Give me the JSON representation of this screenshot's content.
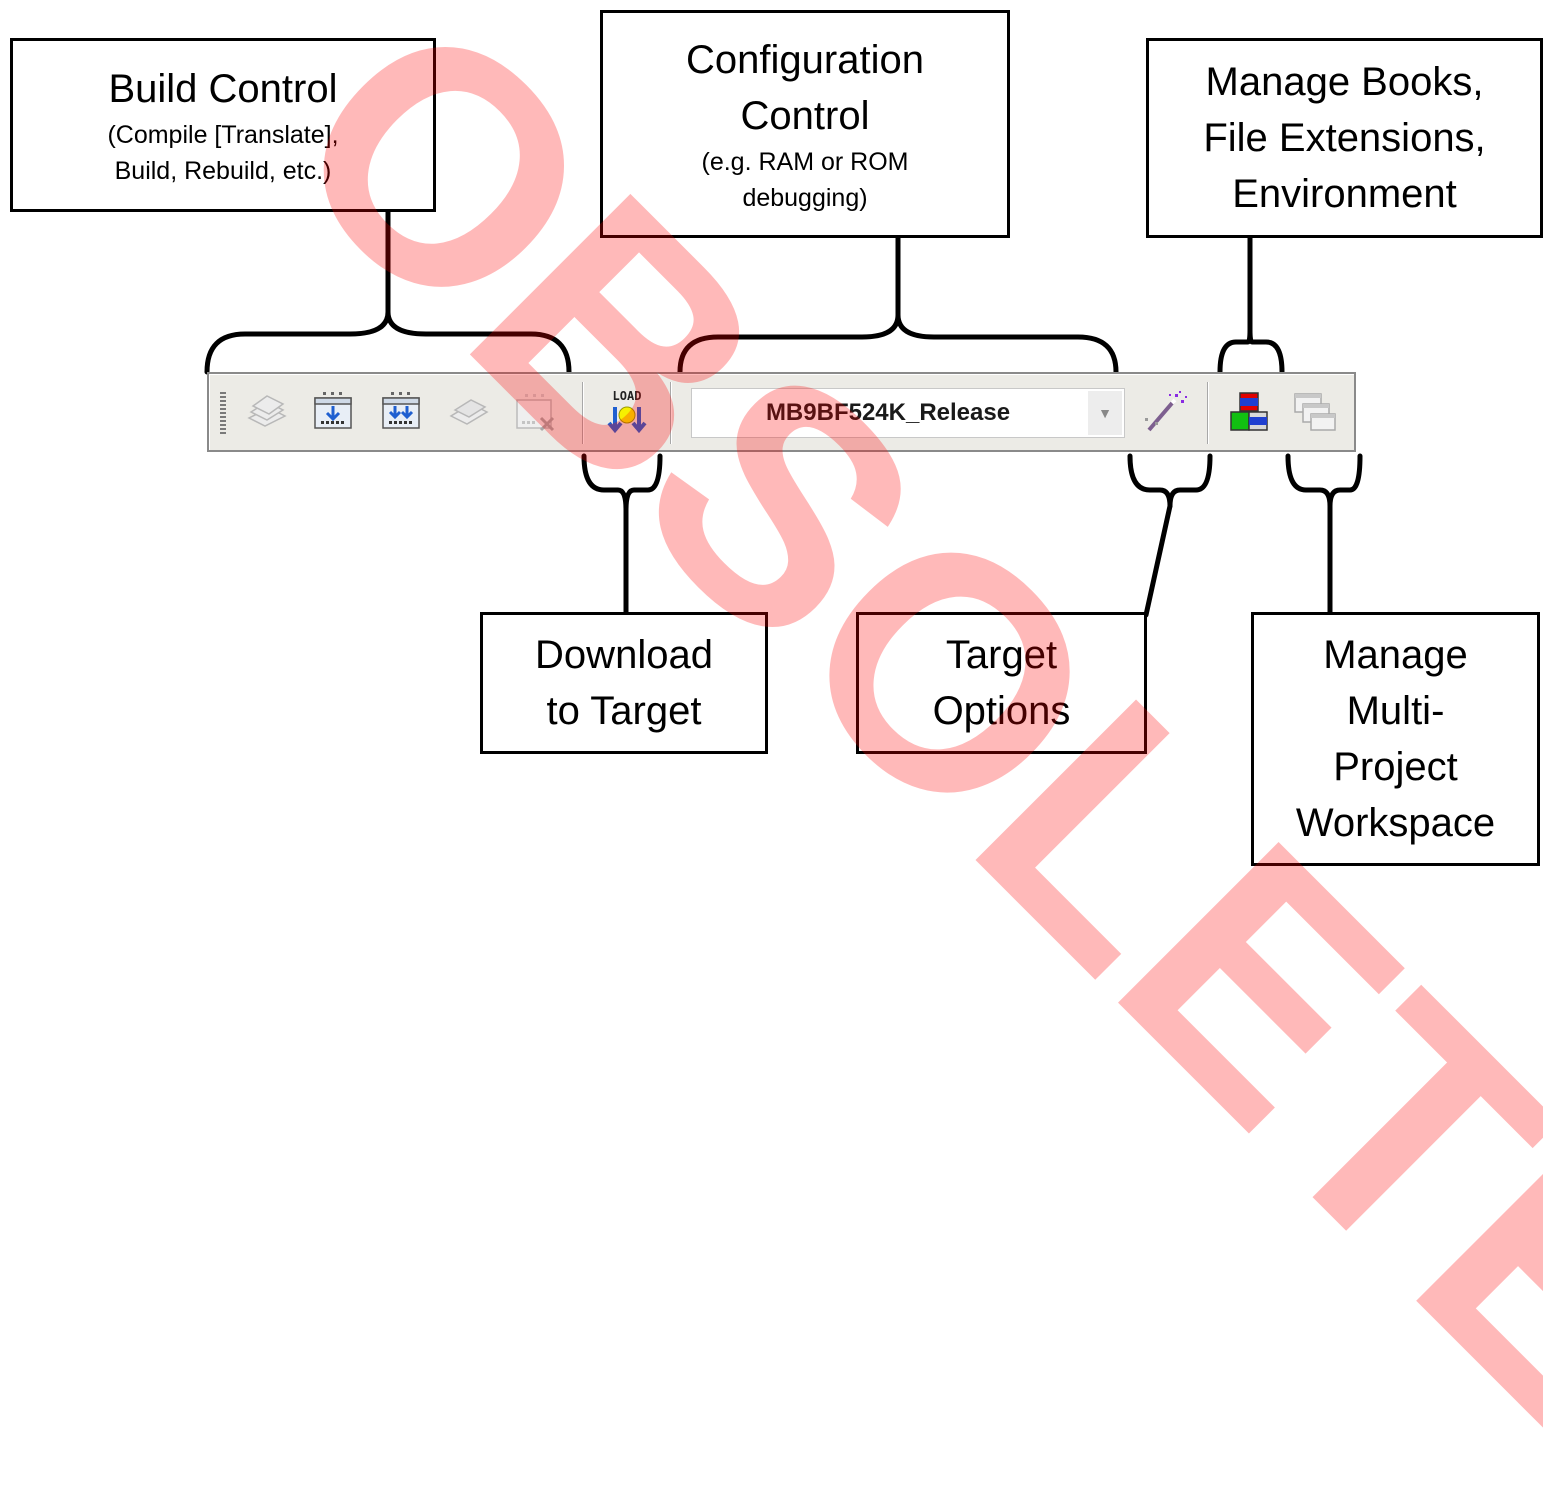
{
  "watermark": {
    "text": "OBSOLETE",
    "color": "#ff0000"
  },
  "callouts": {
    "build_control": {
      "title": "Build Control",
      "line1": "(Compile [Translate],",
      "line2": "Build, Rebuild, etc.)"
    },
    "configuration_control": {
      "line1": "Configuration",
      "line2": "Control",
      "line3": "(e.g. RAM or ROM",
      "line4": "debugging)"
    },
    "manage_books": {
      "line1": "Manage Books,",
      "line2": "File Extensions,",
      "line3": "Environment"
    },
    "download": {
      "line1": "Download",
      "line2": "to Target"
    },
    "target_options": {
      "line1": "Target",
      "line2": "Options"
    },
    "multi_project": {
      "line1": "Manage",
      "line2": "Multi-",
      "line3": "Project",
      "line4": "Workspace"
    }
  },
  "toolbar": {
    "buttons": [
      {
        "name": "compile-icon",
        "enabled": false
      },
      {
        "name": "build-icon",
        "enabled": true
      },
      {
        "name": "rebuild-icon",
        "enabled": true
      },
      {
        "name": "stop-build-icon",
        "enabled": false
      },
      {
        "name": "clean-icon",
        "enabled": false
      },
      {
        "name": "load-icon",
        "label": "LOAD",
        "enabled": true
      },
      {
        "name": "target-options-icon",
        "enabled": true
      },
      {
        "name": "manage-books-icon",
        "enabled": true
      },
      {
        "name": "multi-project-icon",
        "enabled": false
      }
    ],
    "config_select": {
      "value": "MB9BF524K_Release",
      "arrow": "▼"
    }
  }
}
